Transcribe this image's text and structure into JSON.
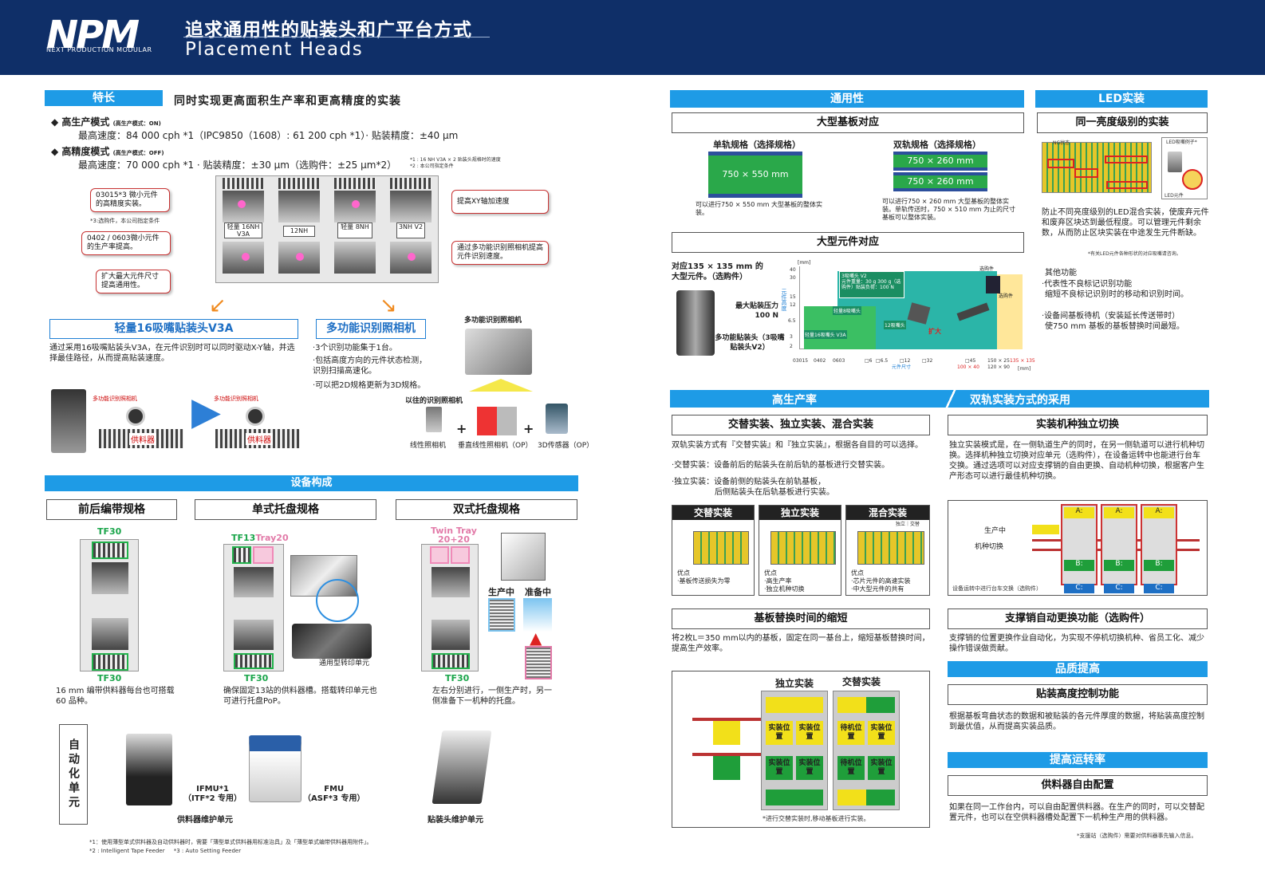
{
  "header": {
    "logo": "NPM",
    "logo_sub": "NEXT PRODUCTION MODULAR",
    "title_cn": "追求通用性的贴装头和广平台方式",
    "title_en": "Placement Heads"
  },
  "features": {
    "tag": "特长",
    "headline": "同时实现更高面积生产率和更高精度的实装",
    "mode1_title": "高生产模式",
    "mode1_note": "(高生产模式：ON)",
    "mode1_spec": "最高速度：84 000 cph *1（IPC9850（1608）: 61 200 cph *1）· 贴装精度：±40 μm",
    "mode2_title": "高精度模式",
    "mode2_note": "(高生产模式：OFF)",
    "mode2_spec": "最高速度：70 000 cph *1 · 贴装精度：±30 μm（选购件：±25 μm*2）",
    "footnote1": "*1 : 16 NH V3A × 2 贴装头规格时的速度",
    "footnote2": "*2 : 本公司指定条件",
    "callouts": [
      "03015*3 微小元件的高精度实装。",
      "0402 / 0603微小元件的生产率提高。",
      "扩大最大元件尺寸提高通用性。",
      "提高XY轴加速度",
      "通过多功能识别照相机提高元件识别速度。"
    ],
    "callout_note": "*3:选购件，本公司指定条件",
    "head_labels": [
      "轻量 16NH V3A",
      "12NH",
      "轻量 8NH",
      "3NH V2"
    ],
    "v3a_title": "轻量16吸嘴贴装头V3A",
    "v3a_desc": "通过采用16吸嘴贴装头V3A，在元件识别时可以同时驱动X-Y轴，并选择最佳路径，从而提高贴装速度。",
    "cam_title": "多功能识别照相机",
    "cam_desc": [
      "·3个识别功能集于1台。",
      "·包括高度方向的元件状态检测，识别扫描高速化。",
      "·可以把2D规格更新为3D规格。"
    ],
    "cam_img_label": "多功能识别照相机",
    "cam_small_label": "多功能识别照相机",
    "feeder_label": "供料器",
    "old_cam_label": "以往的识别照相机",
    "cam_parts": [
      "线性照相机",
      "垂直线性照相机（OP）",
      "3D传感器（OP）"
    ]
  },
  "equipment": {
    "title": "设备构成",
    "cols": [
      "前后编带规格",
      "单式托盘规格",
      "双式托盘规格"
    ],
    "tf30": "TF30",
    "tf13": "TF13",
    "tray20": "Tray20",
    "twin_tray": "Twin Tray",
    "twin_tray2": "20+20",
    "desc1": "16 mm 编带供料器每台也可搭载60 品种。",
    "desc2": "确保固定13站的供料器槽。搭载转印单元也可进行托盘PoP。",
    "desc3": "左右分别进行，一侧生产时，另一侧准备下一机种的托盘。",
    "transfer_label": "通用型转印单元",
    "producing": "生产中",
    "preparing": "准备中",
    "auto_label": "自动化单元",
    "ifmu": "IFMU*1",
    "ifmu2": "（ITF*2 专用）",
    "fmu": "FMU",
    "fmu2": "（ASF*3 专用）",
    "feeder_maint": "供料器维护单元",
    "head_maint": "贴装头维护单元",
    "note1": "*1：使用薄型单式供料器及自动供料器时，需要「薄型单式供料器用标准治具」及「薄型单式编带供料器用附件」。",
    "note2": "*2 : Intelligent Tape Feeder     *3 : Auto Setting Feeder"
  },
  "versatility": {
    "title": "通用性",
    "large_board": "大型基板对应",
    "single": "单轨规格（选择规格）",
    "dual": "双轨规格（选择规格）",
    "dim1": "750 × 550 mm",
    "dim2": "750 × 260 mm",
    "dim3": "750 × 260 mm",
    "single_desc": "可以进行750 × 550 mm 大型基板的整体实装。",
    "dual_desc": "可以进行750 × 260 mm 大型基板的整体实装。单轨传送时，750 × 510 mm 为止的尺寸基板可以整体实装。",
    "large_comp": "大型元件对应",
    "comp_desc": "对应135 × 135 mm 的大型元件。（选购件）",
    "force": "最大贴装压力 100 N",
    "multi_head": "多功能贴装头（3吸嘴贴装头V2）",
    "chart_axis": "元件高度",
    "chart_unit": "[mm]",
    "x_axis": "元件尺寸",
    "x_unit": "[mm]",
    "head_v2": "3吸嘴头 V2",
    "head_v2_spec": "元件重量：30 g 300 g（选购件）贴装负荷：100 N",
    "head8": "轻量8吸嘴头",
    "head12": "12吸嘴头",
    "head16": "轻量16吸嘴头 V3A",
    "expand": "扩大",
    "option": "选购件",
    "option2": "选购件",
    "ticks_x": [
      "03015",
      "0402",
      "0603",
      "□6",
      "□6.5",
      "□12",
      "□32",
      "□45",
      "150 × 25",
      "135 × 135"
    ],
    "ticks_x2": [
      "100 × 40",
      "120 × 90"
    ],
    "ticks_y": [
      "40",
      "30",
      "15",
      "12",
      "6.5",
      "3",
      "2"
    ]
  },
  "led": {
    "title": "LED实装",
    "same_rank": "同一亮度级别的实装",
    "ng_label": "NG状态",
    "led_example": "LED吸嘴例子*",
    "led_part": "LED元件",
    "desc": "防止不同亮度级别的LED混合实装，使废弃元件和废弃区块达到最低程度。可以管理元件剩余数，从而防止区块实装在中途发生元件断缺。",
    "note": "*有关LED元件各种形状的对应吸嘴请咨询。",
    "other_title": "其他功能",
    "other1": "·代表性不良标记识别功能",
    "other1b": "缩短不良标记识别时的移动和识别时间。",
    "other2": "·设备间基板待机（安装延长传送带时）",
    "other2b": "使750 mm 基板的基板替换时间最短。"
  },
  "productivity": {
    "title": "高生产率",
    "dual_title": "双轨实装方式的采用",
    "modes_title": "交替实装、独立实装、混合实装",
    "modes_desc": "双轨实装方式有『交替实装』和『独立实装』，根据各自目的可以选择。",
    "alt_desc": "·交替实装：设备前后的贴装头在前后轨的基板进行交替实装。",
    "ind_desc1": "·独立实装：设备前侧的贴装头在前轨基板，",
    "ind_desc2": "后侧贴装头在后轨基板进行实装。",
    "mode_names": [
      "交替实装",
      "独立实装",
      "混合实装"
    ],
    "ind_alt": "独立｜交替",
    "merit1a": "优点",
    "merit1b": "·基板传送损失为零",
    "merit2a": "优点",
    "merit2b": "·高生产率",
    "merit2c": "·独立机种切换",
    "merit3a": "优点",
    "merit3b": "·芯片元件的高速实装",
    "merit3c": "·中大型元件的共有",
    "switch_title": "实装机种独立切换",
    "switch_desc": "独立实装模式是，在一侧轨道生产的同时，在另一侧轨道可以进行机种切换。选择机种独立切换对应单元（选购件），在设备运转中也能进行台车交换。通过选项可以对应支撑销的自由更换、自动机种切换，根据客户生产形态可以进行最佳机种切换。",
    "producing": "生产中",
    "changeover": "机种切换",
    "cart_note": "设备运转中进行台车交换（选购件）",
    "A": "A:",
    "B": "B:",
    "C": "C:",
    "swap_title": "基板替换时间的缩短",
    "swap_desc": "将2枚L＝350 mm以内的基板，固定在同一基台上，缩短基板替换时间，提高生产效率。",
    "ind_label": "独立实装",
    "alt_label": "交替实装",
    "pos": "实装位置",
    "wait": "待机位置",
    "swap_note": "*进行交替实装时,移动基板进行实装。",
    "pin_title": "支撑销自动更换功能（选购件）",
    "pin_desc": "支撑销的位置更换作业自动化，为实现不停机切换机种、省员工化、减少操作错误做贡献。"
  },
  "quality": {
    "title": "品质提高",
    "height_title": "贴装高度控制功能",
    "height_desc": "根据基板弯曲状态的数据和被贴装的各元件厚度的数据，将贴装高度控制到最优值，从而提高实装品质。"
  },
  "uptime": {
    "title": "提高运转率",
    "free_title": "供料器自由配置",
    "free_desc": "如果在同一工作台内，可以自由配置供料器。在生产的同时，可以交替配置元件，也可以在空供料器槽处配置下一机种生产用的供料器。",
    "note": "*支援站（选购件）需要对供料器事先输入信息。"
  },
  "colors": {
    "navy": "#0f2f68",
    "accent": "#1e9be6",
    "green": "#1f9e3a",
    "yellow": "#f2e01a"
  }
}
